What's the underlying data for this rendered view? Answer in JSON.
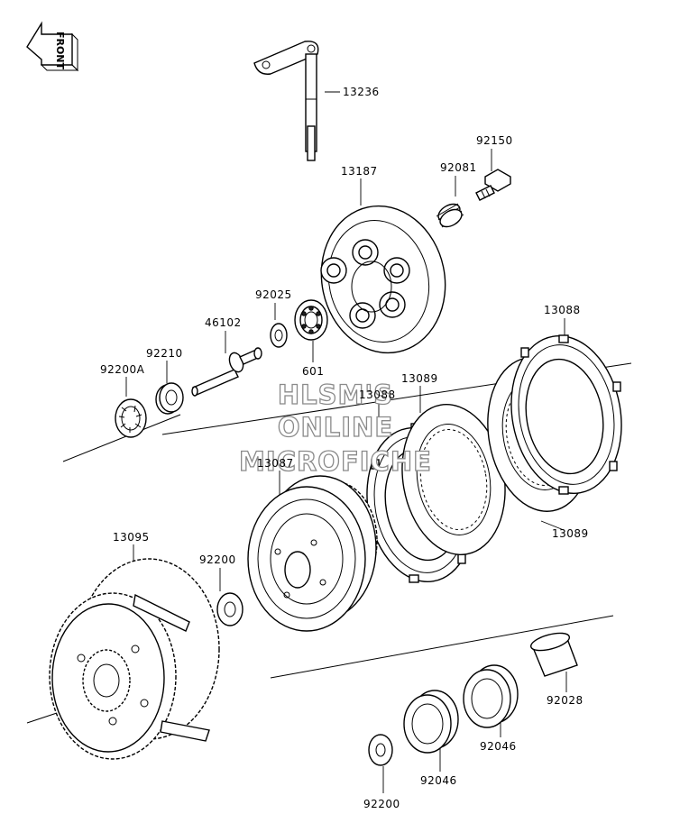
{
  "front_badge": "FRONT",
  "watermark": [
    "HLSM'S",
    "ONLINE",
    "MICROFICHE"
  ],
  "labels": [
    "13236",
    "92150",
    "13187",
    "92081",
    "92025",
    "46102",
    "92210",
    "92200A",
    "601",
    "13088",
    "13089",
    "13088",
    "13087",
    "13089",
    "13095",
    "92200",
    "92028",
    "92046",
    "92046",
    "92200"
  ]
}
